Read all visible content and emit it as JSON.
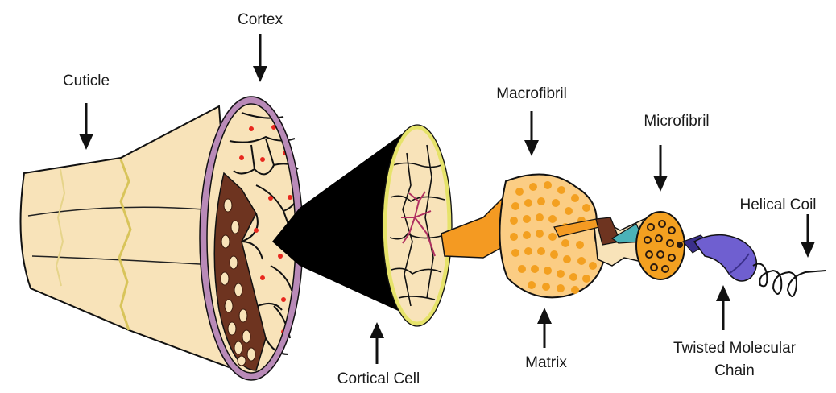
{
  "labels": {
    "cortex": "Cortex",
    "cuticle": "Cuticle",
    "macrofibril": "Macrofibril",
    "microfibril": "Microfibril",
    "helical_coil": "Helical Coil",
    "cortical_cell": "Cortical Cell",
    "matrix": "Matrix",
    "twisted_line1": "Twisted Molecular",
    "twisted_line2": "Chain"
  },
  "colors": {
    "cuticle_fill": "#f8e3b9",
    "cuticle_line": "#d8c45a",
    "cortex_ring": "#b98ab8",
    "medulla": "#6e3420",
    "red_dot": "#e8281e",
    "cone_black": "#000000",
    "cell_ring": "#e6e36a",
    "cell_veins": "#b03060",
    "macro_fill": "#fbcd84",
    "macro_dots": "#f3a020",
    "orange": "#f49a22",
    "teal": "#4bb2b8",
    "purple": "#6f5fd0",
    "outline": "#111111"
  }
}
